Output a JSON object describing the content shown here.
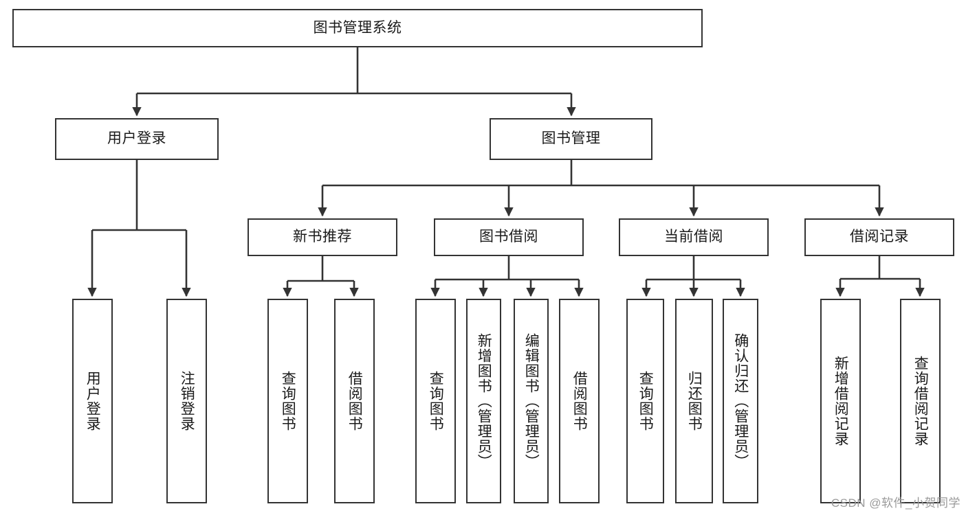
{
  "diagram": {
    "title": "图书管理系统",
    "type": "tree-hierarchy",
    "watermark": "CSDN @软件_小贺同学",
    "colors": {
      "background": "#ffffff",
      "box_border": "#333333",
      "box_fill": "#ffffff",
      "text": "#1a1a1a",
      "edge": "#333333",
      "watermark": "#9a9a9a"
    },
    "root": {
      "label": "图书管理系统"
    },
    "level2": [
      {
        "label": "用户登录"
      },
      {
        "label": "图书管理"
      }
    ],
    "level3": [
      {
        "label": "新书推荐"
      },
      {
        "label": "图书借阅"
      },
      {
        "label": "当前借阅"
      },
      {
        "label": "借阅记录"
      }
    ],
    "leaves": {
      "user_login": [
        {
          "label": "用户登录"
        },
        {
          "label": "注销登录"
        }
      ],
      "new_book_recommend": [
        {
          "label": "查询图书"
        },
        {
          "label": "借阅图书"
        }
      ],
      "book_borrow": [
        {
          "label": "查询图书"
        },
        {
          "label": "新增图书（管理员）"
        },
        {
          "label": "编辑图书（管理员）"
        },
        {
          "label": "借阅图书"
        }
      ],
      "current_borrow": [
        {
          "label": "查询图书"
        },
        {
          "label": "归还图书"
        },
        {
          "label": "确认归还（管理员）"
        }
      ],
      "borrow_record": [
        {
          "label": "新增借阅记录"
        },
        {
          "label": "查询借阅记录"
        }
      ]
    }
  }
}
